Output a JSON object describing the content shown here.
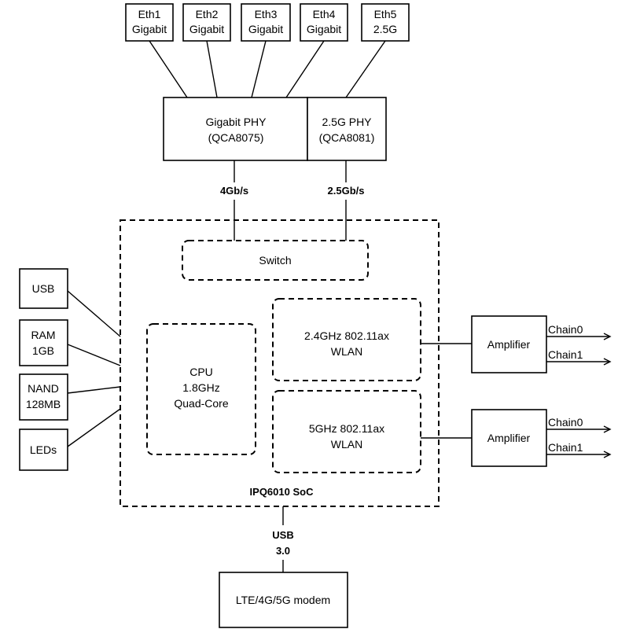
{
  "ethernet_ports": [
    {
      "line1": "Eth1",
      "line2": "Gigabit"
    },
    {
      "line1": "Eth2",
      "line2": "Gigabit"
    },
    {
      "line1": "Eth3",
      "line2": "Gigabit"
    },
    {
      "line1": "Eth4",
      "line2": "Gigabit"
    },
    {
      "line1": "Eth5",
      "line2": "2.5G"
    }
  ],
  "gigabit_phy": {
    "line1": "Gigabit PHY",
    "line2": "(QCA8075)"
  },
  "phy_2_5g": {
    "line1": "2.5G PHY",
    "line2": "(QCA8081)"
  },
  "links": {
    "gigabit_speed": "4Gb/s",
    "phy25_speed": "2.5Gb/s"
  },
  "switch": {
    "label": "Switch"
  },
  "cpu": {
    "line1": "CPU",
    "line2": "1.8GHz",
    "line3": "Quad-Core"
  },
  "wlan_24": {
    "line1": "2.4GHz 802.11ax",
    "line2": "WLAN"
  },
  "wlan_5": {
    "line1": "5GHz 802.11ax",
    "line2": "WLAN"
  },
  "soc": {
    "label": "IPQ6010 SoC"
  },
  "peripherals": [
    {
      "line1": "USB",
      "line2": ""
    },
    {
      "line1": "RAM",
      "line2": "1GB"
    },
    {
      "line1": "NAND",
      "line2": "128MB"
    },
    {
      "line1": "LEDs",
      "line2": ""
    }
  ],
  "amplifiers": [
    {
      "label": "Amplifier",
      "chain_a": "Chain0",
      "chain_b": "Chain1"
    },
    {
      "label": "Amplifier",
      "chain_a": "Chain0",
      "chain_b": "Chain1"
    }
  ],
  "usb_link": {
    "line1": "USB",
    "line2": "3.0"
  },
  "modem": {
    "label": "LTE/4G/5G modem"
  }
}
